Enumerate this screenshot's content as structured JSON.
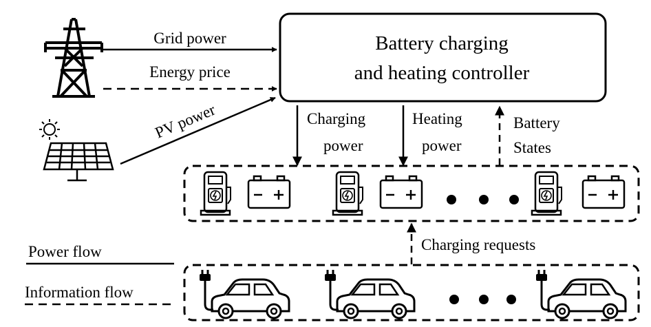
{
  "controller": {
    "line1": "Battery charging",
    "line2": "and heating controller"
  },
  "inputs": {
    "grid_power": "Grid power",
    "energy_price": "Energy price",
    "pv_power": "PV power"
  },
  "outputs": {
    "charging_power_1": "Charging",
    "charging_power_2": "power",
    "heating_power_1": "Heating",
    "heating_power_2": "power",
    "battery_states_1": "Battery",
    "battery_states_2": "States"
  },
  "charging_requests": "Charging requests",
  "legend": {
    "power_flow": "Power flow",
    "information_flow": "Information flow"
  },
  "icons": [
    "transmission-tower-icon",
    "sun-icon",
    "solar-panel-icon",
    "charging-station-icon",
    "battery-icon",
    "plug-icon",
    "car-icon",
    "ellipsis-dots"
  ]
}
